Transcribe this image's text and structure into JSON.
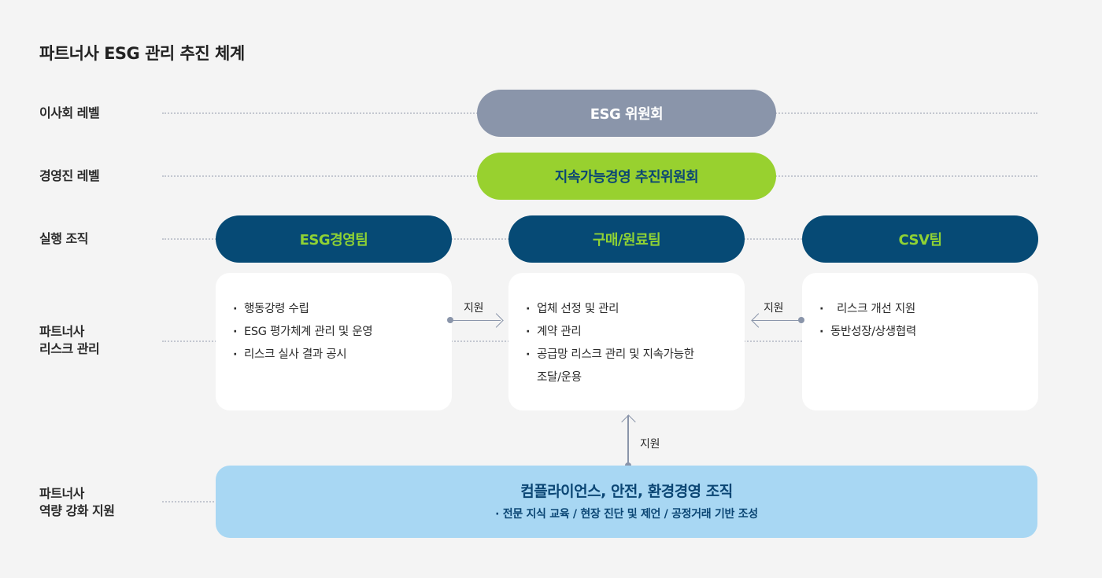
{
  "title": "파트너사 ESG 관리 추진 체계",
  "rows": [
    {
      "label": "이사회 레벨"
    },
    {
      "label": "경영진 레벨"
    },
    {
      "label": "실행 조직"
    },
    {
      "label": "파트너사\n리스크 관리",
      "label_lines": [
        "파트너사",
        "리스크 관리"
      ]
    },
    {
      "label": "파트너사\n역량 강화 지원",
      "label_lines": [
        "파트너사",
        "역량 강화 지원"
      ]
    }
  ],
  "board": {
    "label": "ESG 위원회",
    "color": "#8a95aa"
  },
  "executive": {
    "label": "지속가능경영 추진위원회",
    "color": "#98d12f"
  },
  "teams": [
    {
      "label": "ESG경영팀",
      "items": [
        "행동강령 수립",
        "ESG 평가체계 관리 및 운영",
        "리스크 실사 결과 공시"
      ]
    },
    {
      "label": "구매/원료팀",
      "items": [
        "업체 선정 및 관리",
        "계약 관리",
        "공급망 리스크 관리 및 지속가능한",
        "조달/운용"
      ]
    },
    {
      "label": "CSV팀",
      "items": [
        "리스크 개선 지원",
        "동반성장/상생협력"
      ]
    }
  ],
  "support_labels": {
    "left": "지원",
    "right": "지원",
    "bottom": "지원"
  },
  "support_org": {
    "title": "컴플라이언스, 안전, 환경경영 조직",
    "subtitle": "· 전문 지식 교육 / 현장 진단 및 제언 / 공정거래 기반 조성",
    "color": "#a8d7f3"
  },
  "colors": {
    "navy": "#064a75",
    "lime": "#98d12f",
    "gray": "#8a95aa",
    "light_blue": "#a8d7f3",
    "background": "#f4f4f4"
  }
}
